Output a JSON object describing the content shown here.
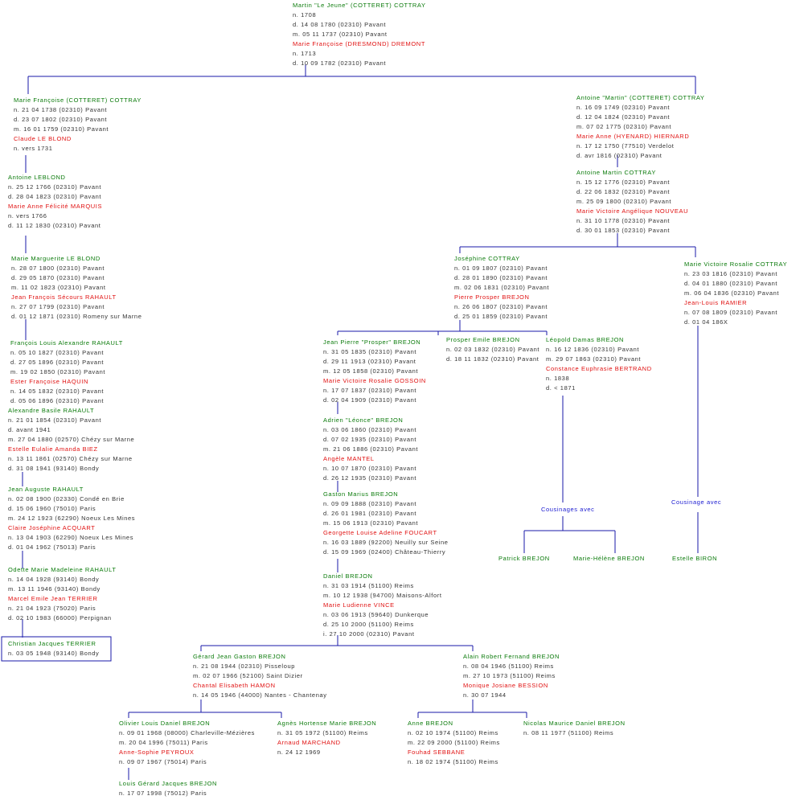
{
  "colors": {
    "person": "#0a7a0a",
    "spouse": "#e01010",
    "text": "#333333",
    "line": "#1a1aaa",
    "label": "#1a1ad0"
  },
  "people": [
    {
      "id": "root",
      "lines": [
        "Martin \"Le Jeune\" (COTTERET) COTTRAY",
        "n. 1708",
        "d. 14 08 1780 (02310) Pavant",
        "m. 05 11 1737 (02310) Pavant",
        "Marie Françoise (DRESMOND) DREMONT",
        "n.  1713",
        "d. 10 09 1782 (02310) Pavant"
      ],
      "spouse_idx": 4
    },
    {
      "id": "mfc",
      "lines": [
        "Marie Françoise (COTTERET) COTTRAY",
        "n. 21 04 1738 (02310) Pavant",
        "d. 23 07 1802 (02310) Pavant",
        "m. 16 01 1759 (02310) Pavant",
        "Claude LE BLOND",
        "n. vers 1731"
      ],
      "spouse_idx": 4
    },
    {
      "id": "amc",
      "lines": [
        "Antoine \"Martin\" (COTTERET) COTTRAY",
        "n. 16 09 1749 (02310) Pavant",
        "d. 12 04 1824 (02310) Pavant",
        "m. 07 02 1775 (02310) Pavant",
        "Marie Anne (HYENARD) HIERNARD",
        "n. 17 12 1750 (77510) Verdelot",
        "d. avr 1816 (02310) Pavant"
      ],
      "spouse_idx": 4
    },
    {
      "id": "al",
      "lines": [
        "Antoine LEBLOND",
        "n. 25 12 1766 (02310) Pavant",
        "d. 28 04 1823 (02310) Pavant",
        "Marie Anne Félicité MARQUIS",
        "n. vers 1766",
        "d. 11 12 1830 (02310) Pavant"
      ],
      "spouse_idx": 3
    },
    {
      "id": "amartin",
      "lines": [
        "Antoine Martin COTTRAY",
        "n. 15 12 1776 (02310) Pavant",
        "d. 22 06 1832 (02310) Pavant",
        "m. 25 09 1800 (02310) Pavant",
        "Marie Victoire Angélique NOUVEAU",
        "n. 31 10 1778 (02310) Pavant",
        "d. 30 01 1853 (02310) Pavant"
      ],
      "spouse_idx": 4
    },
    {
      "id": "mmlb",
      "lines": [
        "Marie Marguerite LE BLOND",
        "n. 28 07 1800 (02310) Pavant",
        "d. 29 05 1870 (02310) Pavant",
        "m. 11 02 1823 (02310) Pavant",
        "Jean François Sécours RAHAULT",
        "n. 27 07 1799 (02310) Pavant",
        "d. 01 12 1871 (02310) Romeny sur Marne"
      ],
      "spouse_idx": 4
    },
    {
      "id": "jc",
      "lines": [
        "Joséphine COTTRAY",
        "n. 01 09 1807 (02310) Pavant",
        "d. 28 01 1890 (02310) Pavant",
        "m. 02 06 1831 (02310) Pavant",
        "Pierre Prosper BREJON",
        "n. 26 06 1807 (02310) Pavant",
        "d. 25 01 1859 (02310) Pavant"
      ],
      "spouse_idx": 4
    },
    {
      "id": "mvrc",
      "lines": [
        "Marie Victoire Rosalie COTTRAY",
        "n. 23 03 1816 (02310) Pavant",
        "d. 04 01 1880 (02310) Pavant",
        "m. 06 04 1836 (02310) Pavant",
        "Jean-Louis RAMIER",
        "n. 07 08 1809 (02310) Pavant",
        "d. 01 04 186X"
      ],
      "spouse_idx": 4
    },
    {
      "id": "flar",
      "lines": [
        "François Louis Alexandre RAHAULT",
        "n. 05 10 1827 (02310) Pavant",
        "d. 27 05 1896 (02310) Pavant",
        "m. 19 02 1850 (02310) Pavant",
        "Ester Françoise HAQUIN",
        "n. 14 05 1832 (02310) Pavant",
        "d. 05 06 1896 (02310) Pavant"
      ],
      "spouse_idx": 4
    },
    {
      "id": "jppb",
      "lines": [
        "Jean Pierre \"Prosper\" BREJON",
        "n. 31 05 1835 (02310) Pavant",
        "d. 29 11 1913 (02310) Pavant",
        "m. 12 05 1858 (02310) Pavant",
        "Marie Victoire Rosalie GOSSOIN",
        "n. 17 07 1837 (02310) Pavant",
        "d. 02 04 1909 (02310) Pavant"
      ],
      "spouse_idx": 4
    },
    {
      "id": "peb",
      "lines": [
        "Prosper Emile BREJON",
        "n. 02 03 1832 (02310) Pavant",
        "d. 18 11 1832 (02310) Pavant"
      ],
      "spouse_idx": -1
    },
    {
      "id": "ldb",
      "lines": [
        "Léopold Damas BREJON",
        "n. 16 12 1836 (02310) Pavant",
        "m. 29 07 1863 (02310) Pavant",
        "Constance Euphrasie BERTRAND",
        "n.   1838",
        "d. < 1871"
      ],
      "spouse_idx": 3
    },
    {
      "id": "abr",
      "lines": [
        "Alexandre Basile RAHAULT",
        "n. 21 01 1854 (02310) Pavant",
        "d. avant 1941",
        "m. 27 04 1880 (02570) Chézy sur Marne",
        "Estelle Eulalie Amanda BIEZ",
        "n. 13 11 1861 (02570) Chézy sur Marne",
        "d. 31 08 1941 (93140) Bondy"
      ],
      "spouse_idx": 4
    },
    {
      "id": "alb",
      "lines": [
        "Adrien \"Léonce\" BREJON",
        "n. 03 06 1860 (02310) Pavant",
        "d. 07 02 1935 (02310) Pavant",
        "m. 21 06 1886 (02310) Pavant",
        "Angèle MANTEL",
        "n. 10 07 1870 (02310) Pavant",
        "d. 26 12 1935 (02310) Pavant"
      ],
      "spouse_idx": 4
    },
    {
      "id": "jar",
      "lines": [
        "Jean Auguste RAHAULT",
        "n. 02 08 1900 (02330) Condé en Brie",
        "d. 15 06 1960 (75010) Paris",
        "m. 24 12 1923 (62290) Noeux Les Mines",
        "Claire Joséphine ACQUART",
        "n. 13 04 1903 (62290) Noeux Les Mines",
        "d. 01 04 1962 (75013) Paris"
      ],
      "spouse_idx": 4
    },
    {
      "id": "gmb",
      "lines": [
        "Gaston Marius BREJON",
        "n. 09 09 1888 (02310) Pavant",
        "d. 26 01 1981 (02310) Pavant",
        "m. 15 06 1913 (02310) Pavant",
        "Georgette Louise Adeline FOUCART",
        "n. 16 03 1889 (92200) Neuilly sur Seine",
        "d. 15 09 1969 (02400) Château-Thierry"
      ],
      "spouse_idx": 4
    },
    {
      "id": "ommr",
      "lines": [
        "Odette Marie Madeleine RAHAULT",
        "n. 14 04 1928 (93140) Bondy",
        "m. 13 11 1946 (93140) Bondy",
        "Marcel Emile Jean TERRIER",
        "n. 21 04 1923 (75020) Paris",
        "d. 02 10 1983 (66000) Perpignan"
      ],
      "spouse_idx": 3
    },
    {
      "id": "db",
      "lines": [
        "Daniel BREJON",
        "n. 31 03 1914 (51100) Reims",
        "m. 10 12 1938 (94700) Maisons-Alfort",
        "Marie Ludienne VINCE",
        "n. 03 06 1913 (59640) Dunkerque",
        "d. 25 10 2000 (51100) Reims",
        "i. 27 10 2000 (02310) Pavant"
      ],
      "spouse_idx": 3
    },
    {
      "id": "cjt",
      "lines": [
        "Christian Jacques TERRIER",
        "n. 03 05 1948 (93140) Bondy"
      ],
      "spouse_idx": -1
    },
    {
      "id": "gjgb",
      "lines": [
        "Gérard Jean Gaston BREJON",
        "n. 21 08 1944 (02310) Pisseloup",
        "m. 02 07 1966 (52100) Saint Dizier",
        "Chantal Elisabeth HAMON",
        "n. 14 05 1946 (44000) Nantes - Chantenay"
      ],
      "spouse_idx": 3
    },
    {
      "id": "arfb",
      "lines": [
        "Alain Robert Fernand BREJON",
        "n. 08 04 1946 (51100) Reims",
        "m. 27 10 1973 (51100) Reims",
        "Monique Josiane BESSION",
        "n. 30 07 1944"
      ],
      "spouse_idx": 3
    },
    {
      "id": "oldb",
      "lines": [
        "Olivier Louis Daniel BREJON",
        "n. 09 01 1968 (08000) Charleville-Mézières",
        "m. 20 04 1996 (75011) Paris",
        "Anne-Sophie PEYROUX",
        "n. 09 07 1967 (75014) Paris"
      ],
      "spouse_idx": 3
    },
    {
      "id": "ahmb",
      "lines": [
        "Agnès Hortense Marie BREJON",
        "n. 31 05 1972 (51100) Reims",
        "Arnaud MARCHAND",
        "n. 24 12 1969"
      ],
      "spouse_idx": 2
    },
    {
      "id": "ab",
      "lines": [
        "Anne BREJON",
        "n. 02 10 1974 (51100) Reims",
        "m. 22 09 2000 (51100) Reims",
        "Fouhad SEBBANE",
        "n. 18 02 1974 (51100) Reims"
      ],
      "spouse_idx": 3
    },
    {
      "id": "nmdb",
      "lines": [
        "Nicolas Maurice Daniel BREJON",
        "n. 08 11 1977 (51100) Reims"
      ],
      "spouse_idx": -1
    },
    {
      "id": "lgjb",
      "lines": [
        "Louis Gérard Jacques BREJON",
        "n. 17 07 1998 (75012) Paris"
      ],
      "spouse_idx": -1
    }
  ],
  "labels": {
    "cousinages_avec_1": "Cousinages avec",
    "cousinage_avec_2": "Cousinage avec"
  },
  "leaves": {
    "patrick": "Patrick BREJON",
    "marie_helene": "Marie-Hélène BREJON",
    "estelle": "Estelle BIRON"
  }
}
